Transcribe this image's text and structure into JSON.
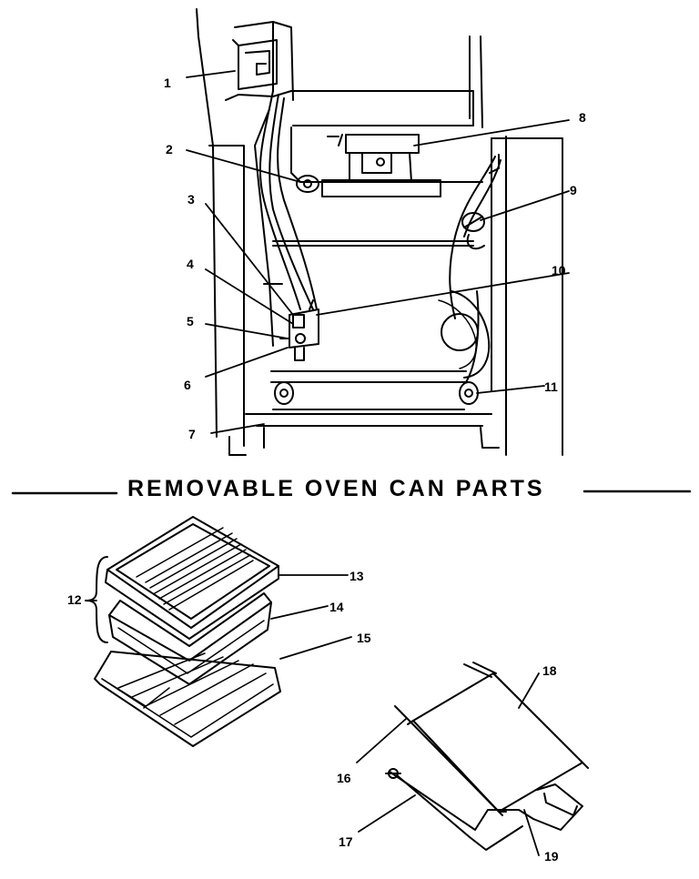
{
  "callouts": [
    {
      "id": "1",
      "text": "1"
    },
    {
      "id": "2",
      "text": "2"
    },
    {
      "id": "3",
      "text": "3"
    },
    {
      "id": "4",
      "text": "4"
    },
    {
      "id": "5",
      "text": "5"
    },
    {
      "id": "6",
      "text": "6"
    },
    {
      "id": "7",
      "text": "7"
    },
    {
      "id": "8",
      "text": "8"
    },
    {
      "id": "9",
      "text": "9"
    },
    {
      "id": "10",
      "text": "10"
    },
    {
      "id": "11",
      "text": "11"
    },
    {
      "id": "12",
      "text": "12"
    },
    {
      "id": "13",
      "text": "13"
    },
    {
      "id": "14",
      "text": "14"
    },
    {
      "id": "15",
      "text": "15"
    },
    {
      "id": "16",
      "text": "16"
    },
    {
      "id": "17",
      "text": "17"
    },
    {
      "id": "18",
      "text": "18"
    },
    {
      "id": "19",
      "text": "19"
    }
  ],
  "section": {
    "title": "REMOVABLE OVEN CAN PARTS"
  },
  "colors": {
    "ink": "#000000",
    "paper": "#ffffff"
  }
}
